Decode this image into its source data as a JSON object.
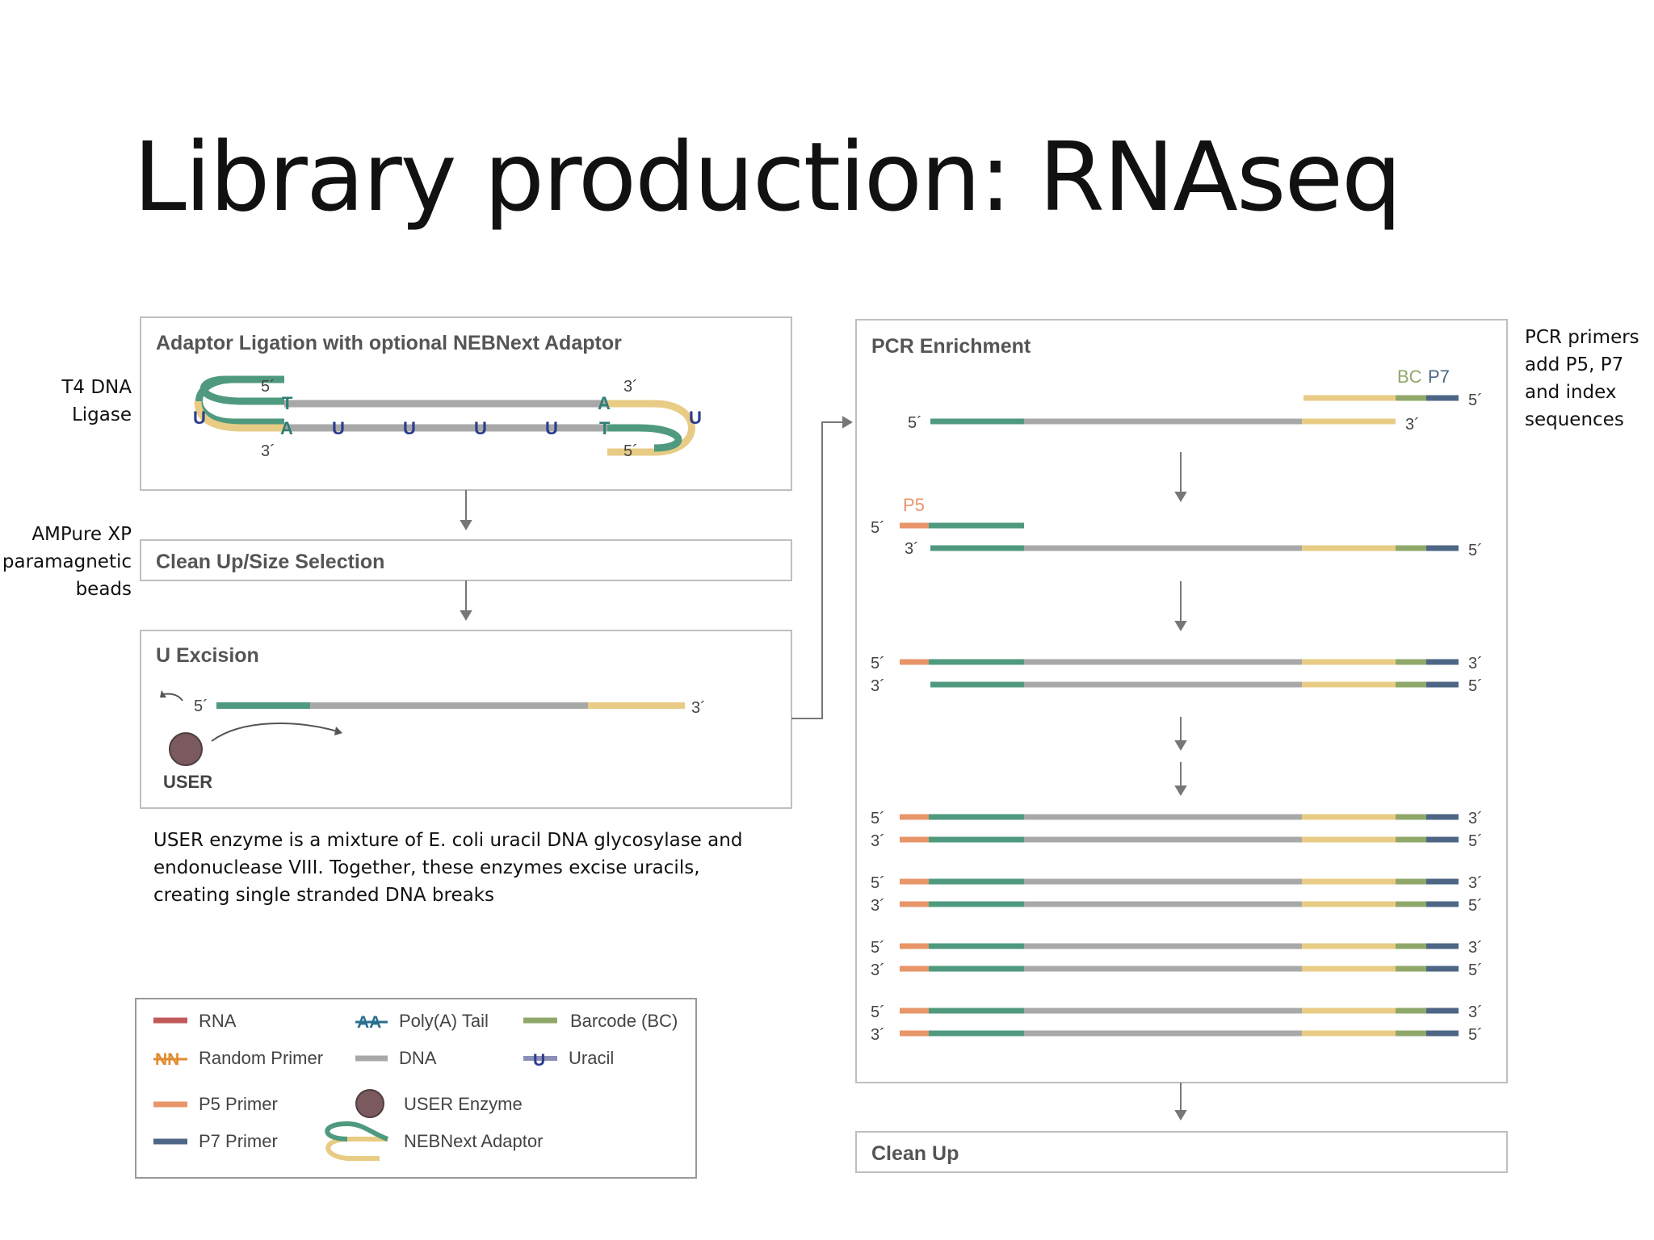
{
  "title": "Library production:  RNAseq",
  "side_labels": {
    "ligase_line1": "T4 DNA",
    "ligase_line2": "Ligase",
    "ampure_line1": "AMPure XP",
    "ampure_line2": "paramagnetic",
    "ampure_line3": "beads",
    "pcr_line1": "PCR primers",
    "pcr_line2": "add P5, P7",
    "pcr_line3": "and index",
    "pcr_line4": "sequences"
  },
  "boxes": {
    "adaptor_ligation": "Adaptor Ligation with optional NEBNext Adaptor",
    "clean_up_size": "Clean Up/Size Selection",
    "u_excision": "U Excision",
    "pcr_enrichment": "PCR Enrichment",
    "clean_up": "Clean Up"
  },
  "diagram_labels": {
    "five_prime": "5´",
    "three_prime": "3´",
    "uracil": "U",
    "t_base": "T",
    "a_base": "A",
    "user": "USER",
    "bc": "BC",
    "p7": "P7",
    "p5": "P5"
  },
  "caption": {
    "line1": "USER enzyme is a mixture of E. coli uracil DNA glycosylase and",
    "line2": "endonuclease VIII.  Together, these enzymes excise uracils,",
    "line3": "creating single stranded DNA breaks"
  },
  "legend": {
    "rna": "RNA",
    "polya": "Poly(A) Tail",
    "polya_icon": "AA",
    "barcode": "Barcode (BC)",
    "random_primer": "Random Primer",
    "random_icon": "NN",
    "dna": "DNA",
    "uracil": "Uracil",
    "p5_primer": "P5 Primer",
    "user_enzyme": "USER Enzyme",
    "p7_primer": "P7 Primer",
    "nebnext_adaptor": "NEBNext Adaptor"
  },
  "colors": {
    "green": "#4f9a7e",
    "gray": "#a8a8a8",
    "yellow": "#e8cc85",
    "olive": "#8fa86a",
    "blue": "#4d6685",
    "orange": "#e8956a",
    "rna": "#c05a5a",
    "uracil": "#2a3b8f",
    "box_border": "#bfbfbf"
  }
}
